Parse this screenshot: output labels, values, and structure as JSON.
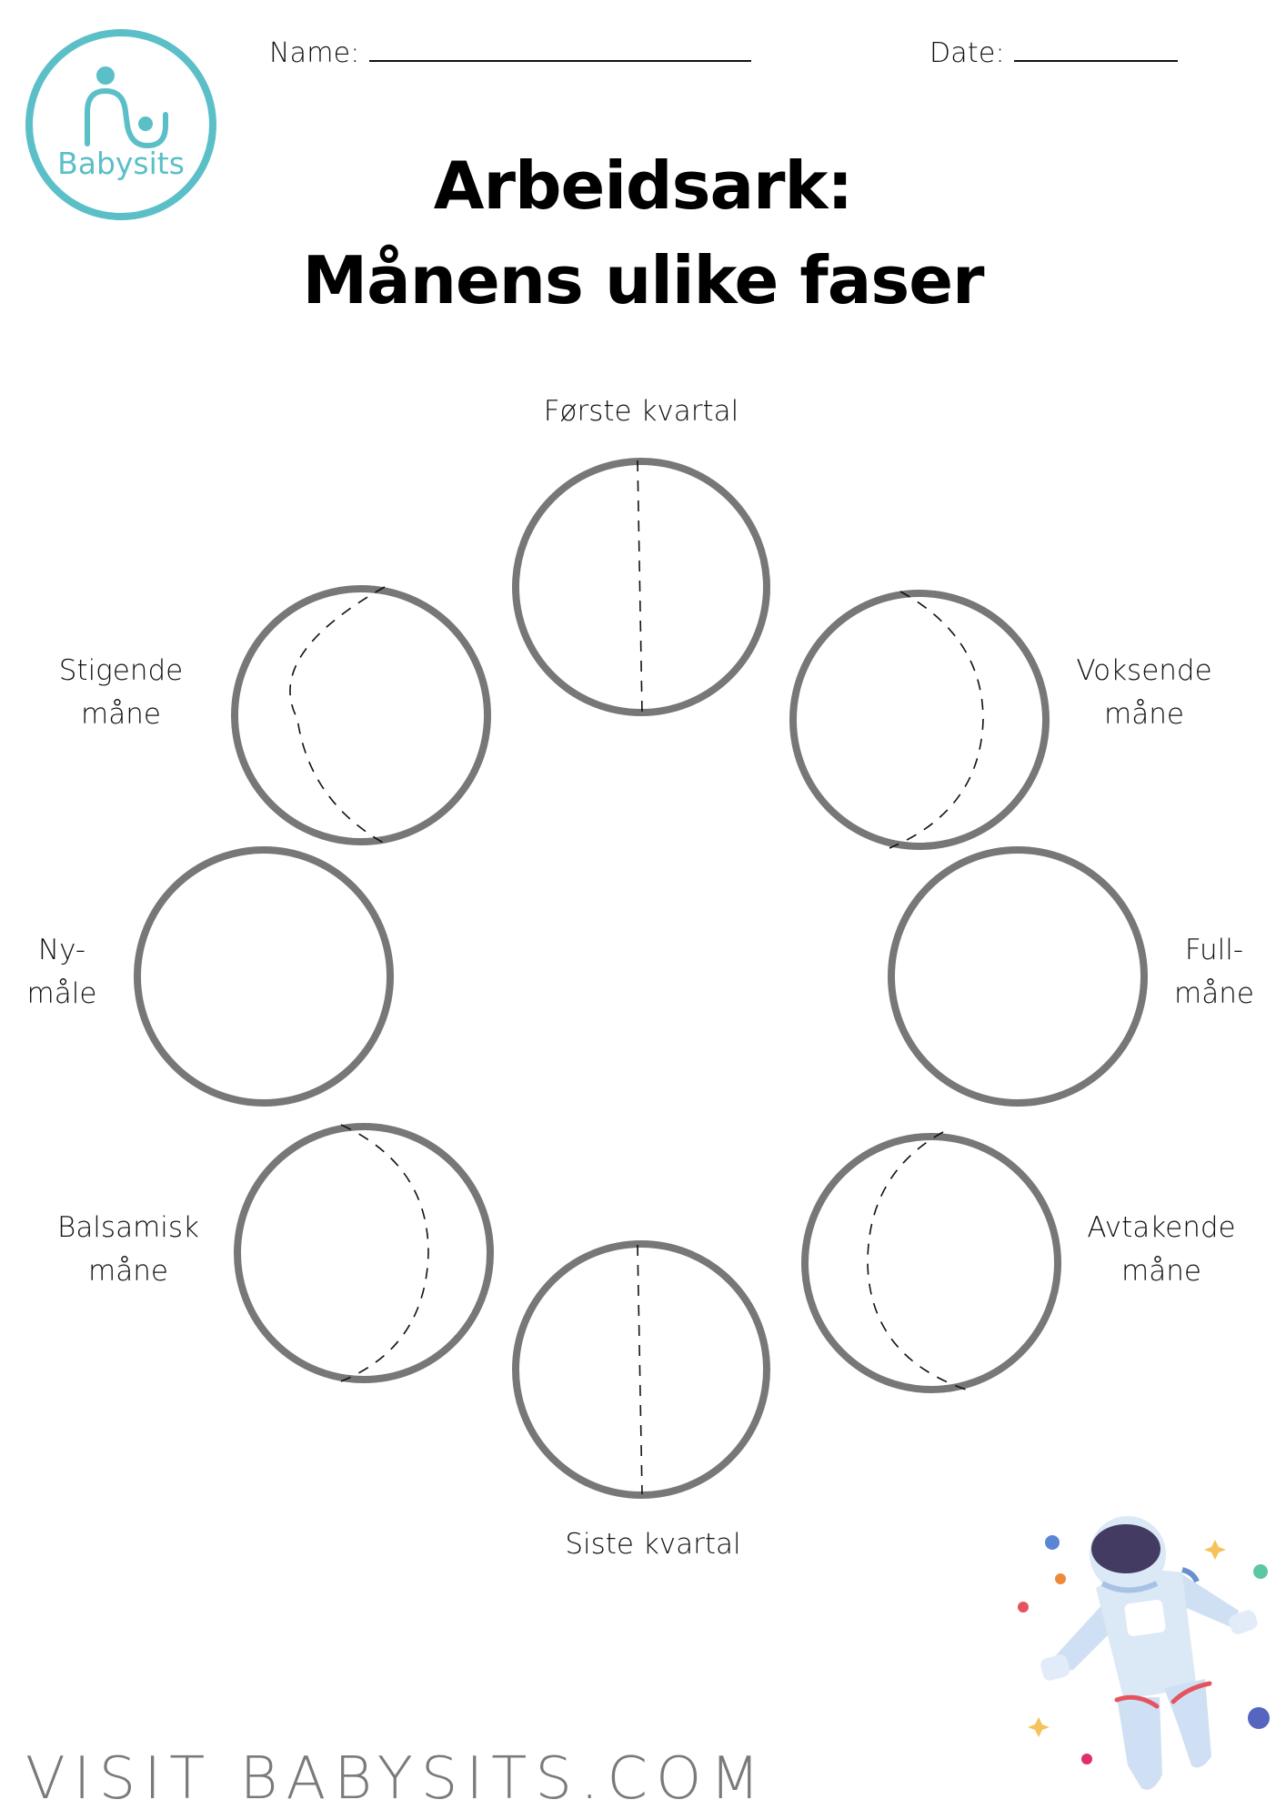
{
  "logo": {
    "text": "Babysits",
    "color": "#5bbfc8"
  },
  "header": {
    "name_label": "Name:",
    "date_label": "Date:"
  },
  "title": {
    "line1": "Arbeidsark:",
    "line2": "Månens ulike faser"
  },
  "phases": [
    {
      "id": "forste-kvartal",
      "label_lines": [
        "Første kvartal"
      ],
      "guide": "vertical-line"
    },
    {
      "id": "voksende-mane",
      "label_lines": [
        "Voksende",
        "måne"
      ],
      "guide": "right-arc"
    },
    {
      "id": "fullmane",
      "label_lines": [
        "Full-",
        "måne"
      ],
      "guide": "none"
    },
    {
      "id": "avtakende-mane",
      "label_lines": [
        "Avtakende",
        "måne"
      ],
      "guide": "left-arc"
    },
    {
      "id": "siste-kvartal",
      "label_lines": [
        "Siste kvartal"
      ],
      "guide": "vertical-line"
    },
    {
      "id": "balsamisk-mane",
      "label_lines": [
        "Balsamisk",
        "måne"
      ],
      "guide": "right-arc"
    },
    {
      "id": "nymale",
      "label_lines": [
        "Ny-",
        "måle"
      ],
      "guide": "none"
    },
    {
      "id": "stigende-mane",
      "label_lines": [
        "Stigende",
        "måne"
      ],
      "guide": "left-arc"
    }
  ],
  "colors": {
    "circle_stroke": "#777777",
    "guide_stroke": "#111111",
    "footer_text": "#7a7a7a"
  },
  "footer": {
    "text": "VISIT BABYSITS.COM"
  }
}
